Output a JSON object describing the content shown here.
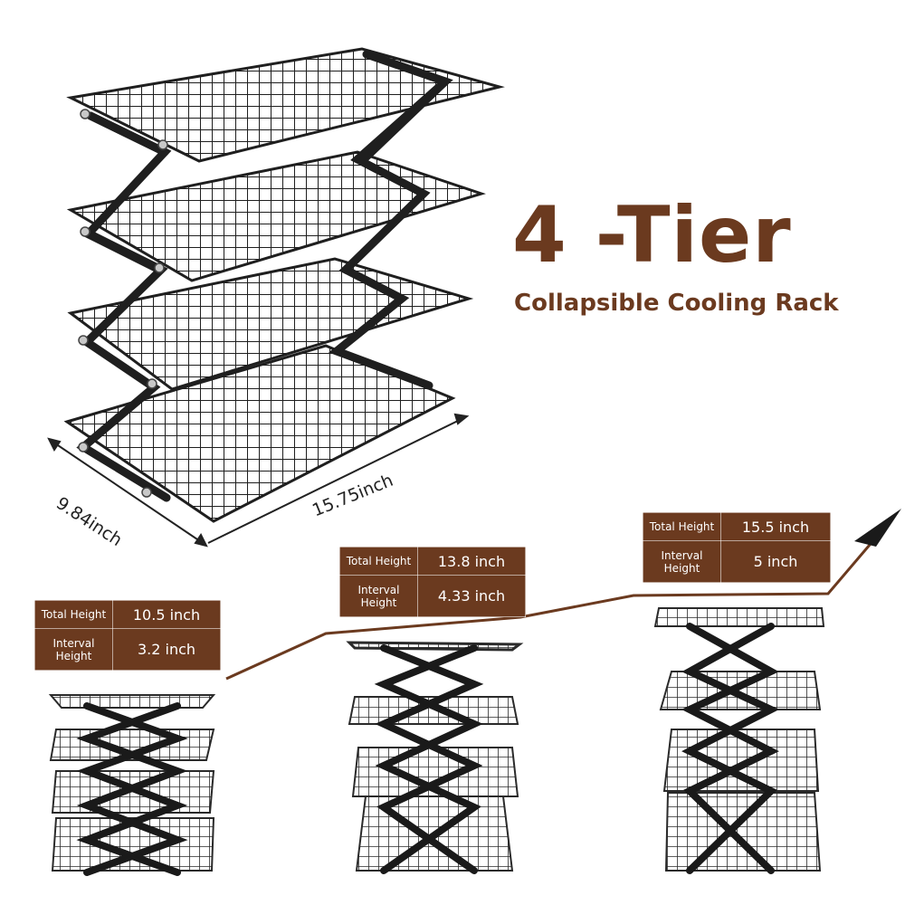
{
  "title": "4 -Tier",
  "subtitle": "Collapsible Cooling Rack",
  "dimensions": {
    "depth": "9.84inch",
    "width": "15.75inch"
  },
  "labels": {
    "total_height": "Total Height",
    "interval_height": "Interval Height"
  },
  "configurations": [
    {
      "total_height": "10.5 inch",
      "interval_height": "3.2 inch"
    },
    {
      "total_height": "13.8 inch",
      "interval_height": "4.33 inch"
    },
    {
      "total_height": "15.5 inch",
      "interval_height": "5 inch"
    }
  ],
  "colors": {
    "accent": "#6b3a1f",
    "rack": "#1f1f1f"
  }
}
